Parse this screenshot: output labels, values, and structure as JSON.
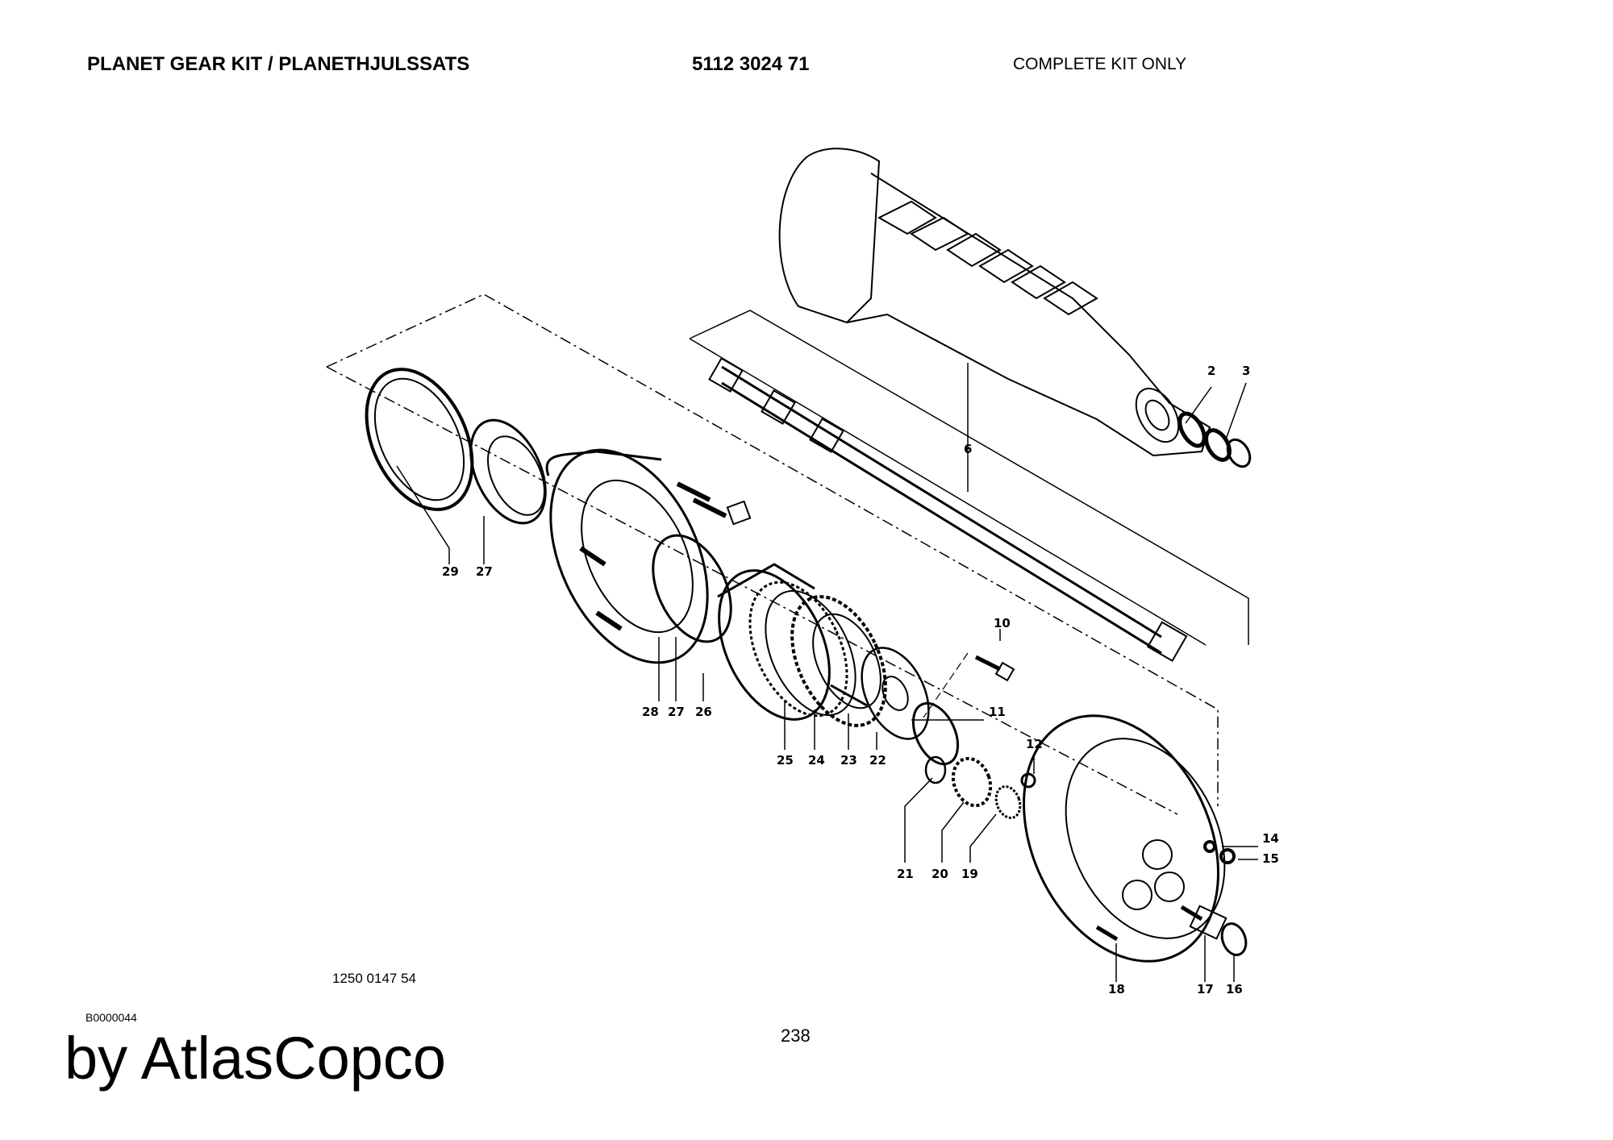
{
  "header": {
    "title": "PLANET GEAR KIT / PLANETHJULSSATS",
    "part_number": "5112 3024 71",
    "note": "COMPLETE KIT ONLY"
  },
  "diagram": {
    "description_labels": [
      "2",
      "3",
      "6",
      "10",
      "11",
      "12",
      "14",
      "15",
      "16",
      "17",
      "18",
      "19",
      "20",
      "21",
      "22",
      "23",
      "24",
      "25",
      "26",
      "27",
      "27",
      "28",
      "29"
    ],
    "callouts": {
      "c2": "2",
      "c3": "3",
      "c6": "6",
      "c10": "10",
      "c11": "11",
      "c12": "12",
      "c14": "14",
      "c15": "15",
      "c16": "16",
      "c17": "17",
      "c18": "18",
      "c19": "19",
      "c20": "20",
      "c21": "21",
      "c22": "22",
      "c23": "23",
      "c24": "24",
      "c25": "25",
      "c26": "26",
      "c27a": "27",
      "c27b": "27",
      "c28": "28",
      "c29": "29"
    },
    "line_color": "#000000"
  },
  "footer": {
    "drawing_number": "1250 0147 54",
    "sheet_code": "B0000044",
    "brand": "by AtlasCopco",
    "page_number": "238"
  }
}
